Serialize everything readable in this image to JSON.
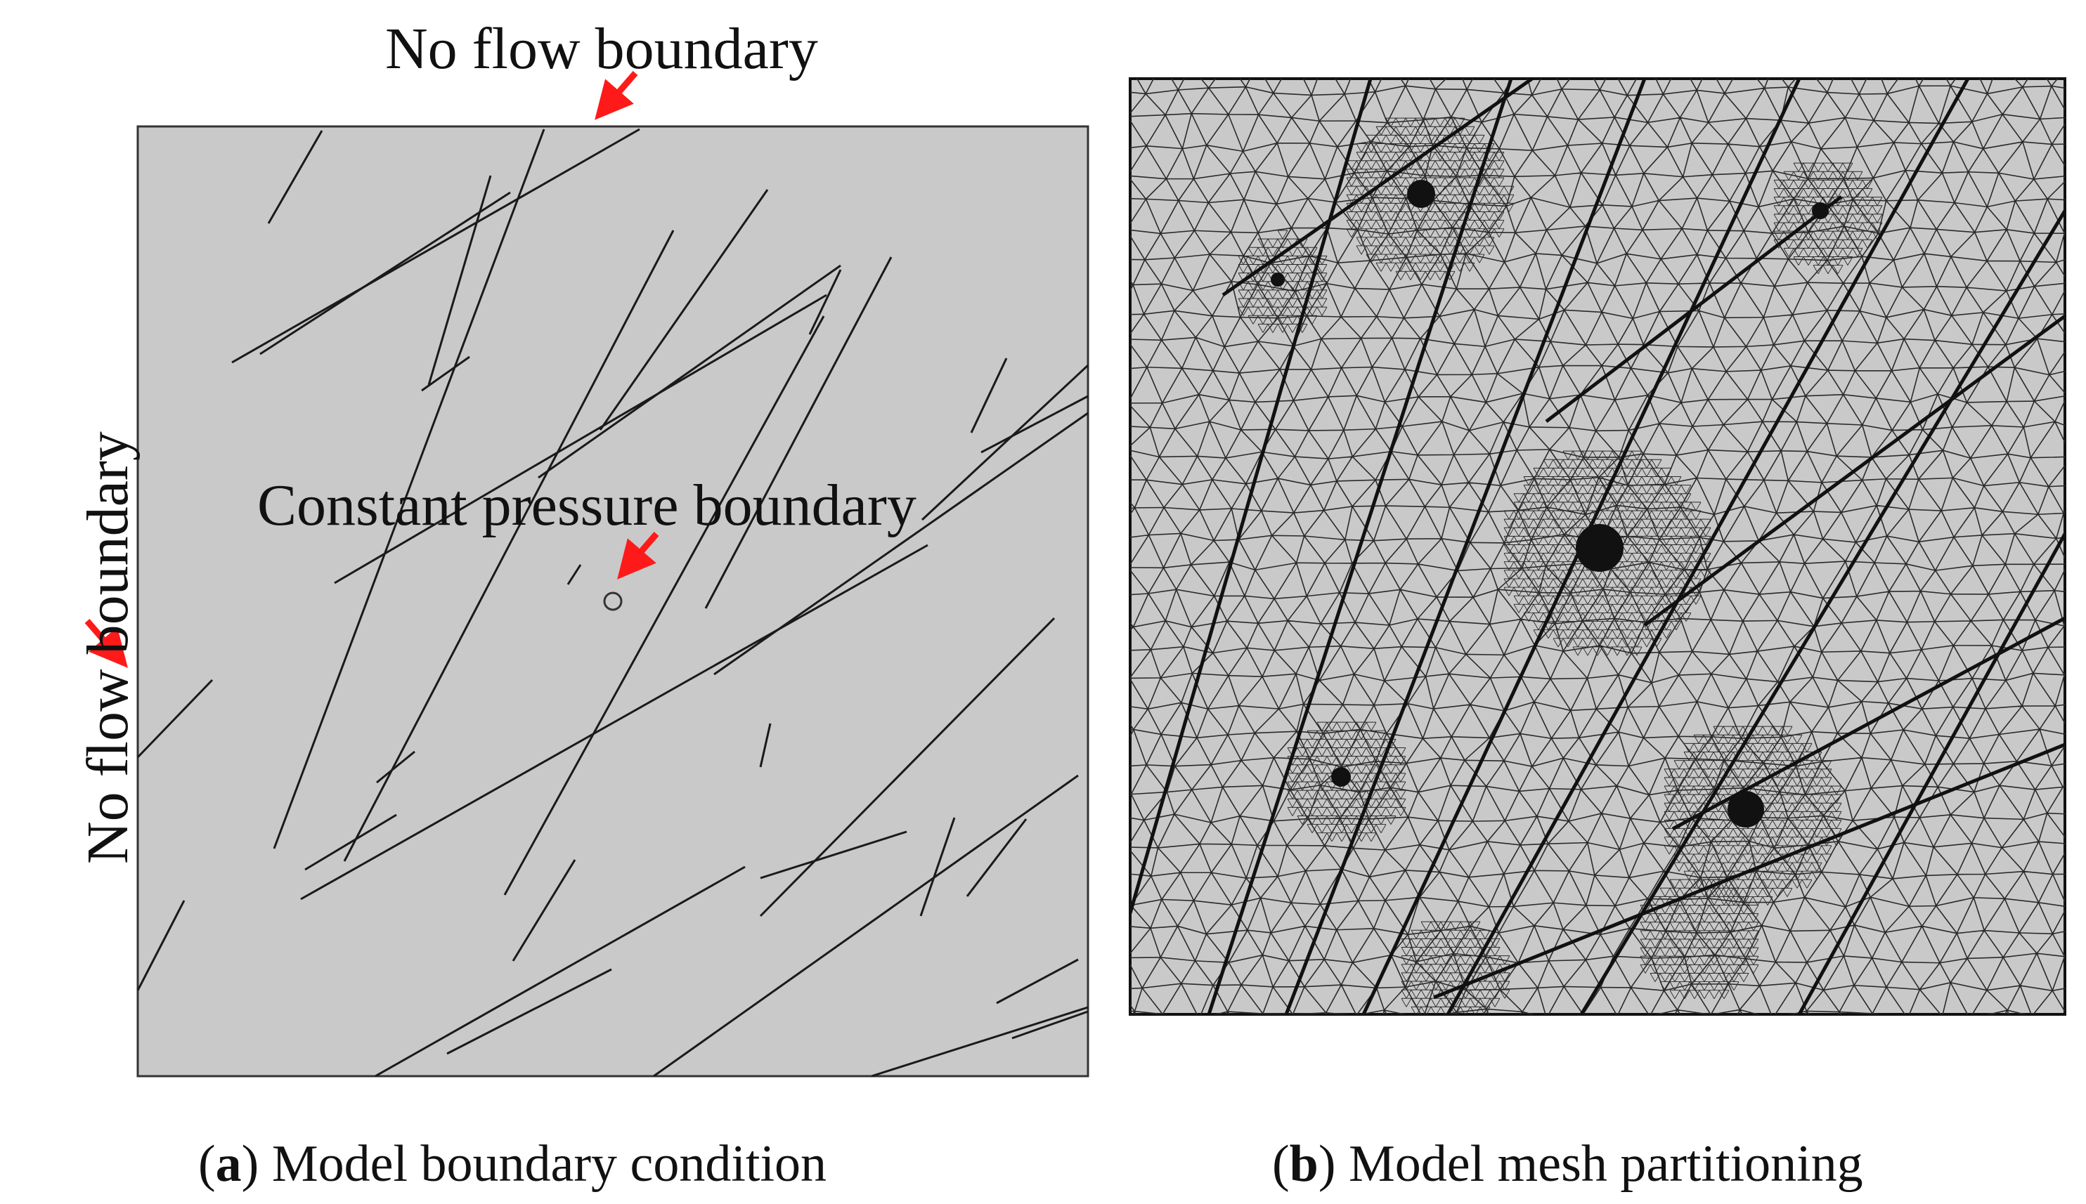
{
  "panel_a": {
    "top_label": "No flow boundary",
    "side_label": "No flow boundary",
    "center_label": "Constant pressure boundary",
    "caption_letter": "a",
    "caption_text": "Model boundary condition"
  },
  "panel_b": {
    "caption_letter": "b",
    "caption_text": "Model mesh partitioning"
  },
  "colors": {
    "domain_fill": "#c9c9c9",
    "fracture_line": "#1a1a1a",
    "arrow": "#ff1a1a",
    "mesh_line": "#2a2a2a"
  }
}
